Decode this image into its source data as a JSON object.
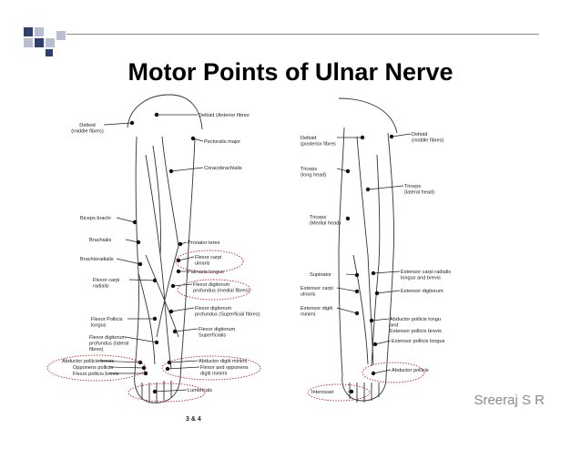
{
  "slide": {
    "title": "Motor Points of Ulnar Nerve",
    "footer": "Sreeraj S R",
    "colors": {
      "rule": "#8c8c8c",
      "deco_dark": "#2f3f6b",
      "deco_light": "#b9bfd0",
      "highlight": "#c0262d"
    }
  },
  "figure": {
    "page_number": "3 & 4",
    "front_labels": [
      "Deltoid\n(middle fibers)",
      "Deltoid (Anterior fibres",
      "Pectoralis major",
      "Coracobrachialis",
      "Biceps brachi",
      "Brachialis",
      "Pronator teres",
      "Brachioradialis",
      "Flexor carpi\nulnaris",
      "Palmaris longus",
      "Flexor digitorum\nprofundus (medial fibres)",
      "Flexor carpi\nradialis",
      "Flexor digitorum\nprofundus (Superficial fibres)",
      "Flexor Pollicis\nlongus",
      "Flexor digitorum\nSuperficialis",
      "Flexor digitorum\nprofundus (lateral\nfibres)",
      "Abductor pollicis brevis",
      "Opponens pollicis",
      "Flexor pollicis brevis",
      "Abductor digiti minimi",
      "Flexor and opponens\ndigiti minimi",
      "Lumbricals"
    ],
    "back_labels": [
      "Deltoid\n(posterior fibres",
      "Deltoid\n(middle fibres)",
      "Triceps\n(long head)",
      "Triceps\n(lateral head)",
      "Triceps\n(Medial head)",
      "Supinator",
      "Extensor carpi radialis\nlongus and brevis",
      "Extensor carpi\nulnaris",
      "Extensor digitorum",
      "Extensor digiti\nminimi",
      "Abductor pollicis longu\nand\nExtensor pollicis brevis",
      "Extensor pollicis longus",
      "Abductor pollicis",
      "Interossei"
    ]
  }
}
